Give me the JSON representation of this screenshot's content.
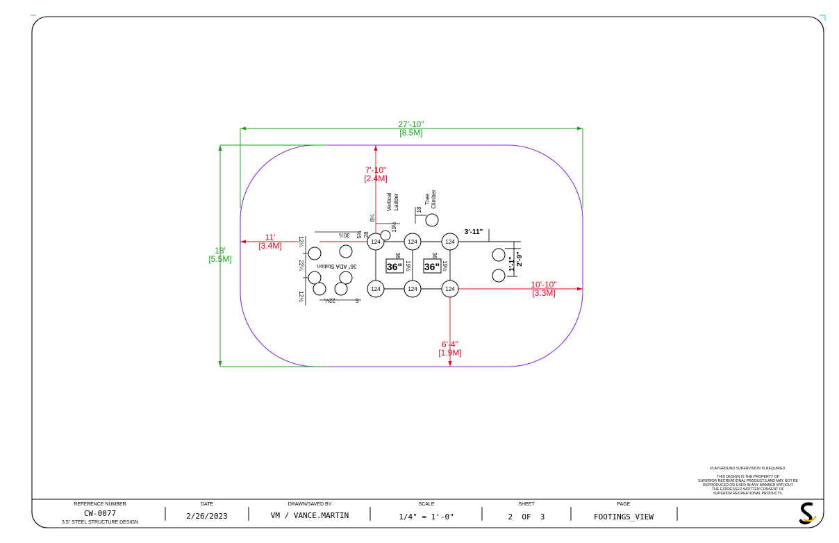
{
  "title_block": {
    "reference": {
      "header": "REFERENCE NUMBER",
      "value": "CW-0077",
      "sub": "3.5\" STEEL STRUCTURE DESIGN"
    },
    "date": {
      "header": "DATE",
      "value": "2/26/2023"
    },
    "drawn": {
      "header": "DRAWN/SAVED BY",
      "value": "VM / VANCE.MARTIN"
    },
    "scale": {
      "header": "SCALE",
      "value": "1/4\" = 1'-0\""
    },
    "sheet": {
      "header": "SHEET",
      "value": "2  OF  3"
    },
    "page": {
      "header": "PAGE",
      "value": "FOOTINGS_VIEW"
    }
  },
  "notes": {
    "supervision": "PLAYGROUND SUPERVISION IS REQUIRED.",
    "property": [
      "THIS DESIGN IS THE PROPERTY OF",
      "SUPERIOR RECREATIONAL PRODUCTS AND MAY NOT BE",
      "REPRODUCED OR USED IN ANY MANNER WITHOUT",
      "THE EXPRESSED WRITTEN CONSENT OF",
      "SUPERIOR RECREATIONAL PRODUCTS."
    ]
  },
  "logo": {
    "letter": "S"
  },
  "dimensions": {
    "overall_width": {
      "imperial": "27'-10\"",
      "metric": "[8.5M]"
    },
    "overall_height": {
      "imperial": "18'",
      "metric": "[5.5M]"
    },
    "top": {
      "imperial": "7'-10\"",
      "metric": "[2.4M]"
    },
    "left": {
      "imperial": "11'",
      "metric": "[3.4M]"
    },
    "right": {
      "imperial": "10'-10\"",
      "metric": "[3.3M]"
    },
    "bottom": {
      "imperial": "6'-4\"",
      "metric": "[1.9M]"
    },
    "right_post_span": "3'-11\"",
    "right_post_a": "1'-1\"",
    "right_post_b": "2'-9\""
  },
  "posts": {
    "label": "124",
    "count": 6
  },
  "footings": {
    "label": "36\"",
    "edge": "36",
    "half": "19½"
  },
  "components": {
    "ada_station": "36\" ADA Station",
    "vertical_ladder": [
      "Vertical",
      "Ladder"
    ],
    "tree_climber": [
      "Tree",
      "Climber"
    ]
  },
  "small_dims": {
    "ada_top": "30⅞",
    "ada_left_top": "12¼",
    "ada_left_mid": "22¼",
    "ada_left_bot": "12½",
    "ada_bottom": "22¼",
    "ada_bottom_right": "5",
    "ladder_a": "8¼",
    "ladder_b": "19½",
    "ladder_c": "5¾",
    "ladder_d": "28",
    "tree": "18"
  },
  "colors": {
    "border_line": "#000000",
    "surface_outline": "#8a2be2",
    "dim_red": "#e8001c",
    "dim_green": "#10a010"
  }
}
